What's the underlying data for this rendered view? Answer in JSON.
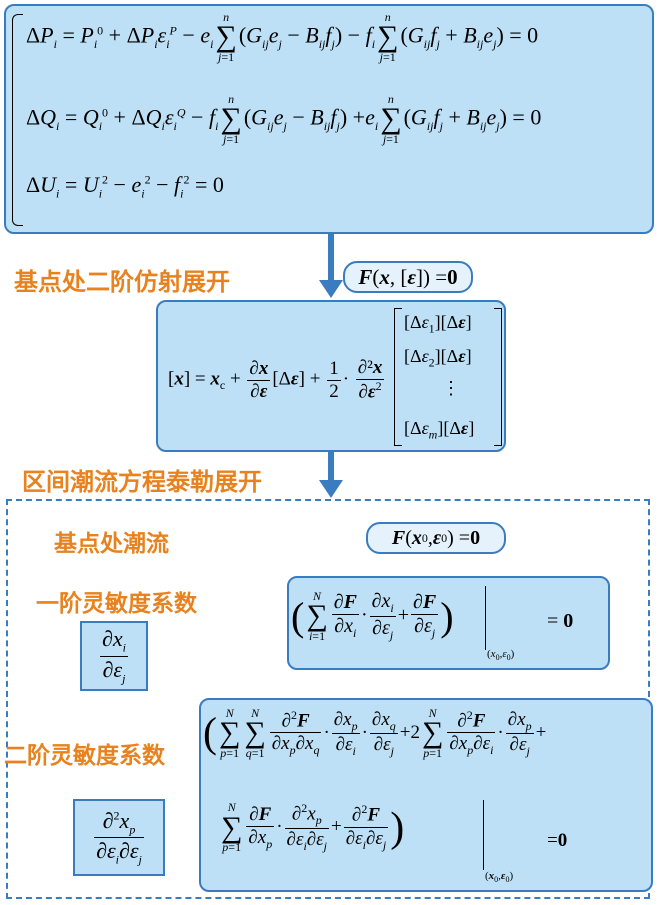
{
  "colors": {
    "box_fill": "#bde0f6",
    "box_border": "#3a7cc0",
    "label_orange": "#e8821e",
    "arrow_blue": "#3a7cc0"
  },
  "labels": {
    "affine_expansion": "基点处二阶仿射展开",
    "taylor_expansion": "区间潮流方程泰勒展开",
    "base_point_flow": "基点处潮流",
    "first_order_sensitivity": "一阶灵敏度系数",
    "second_order_sensitivity": "二阶灵敏度系数"
  },
  "equations": {
    "power_flow_p": "ΔP_i = P_i^0 + ΔP_i ε_i^P − e_i Σ_{j=1}^{n} (G_ij e_j − B_ij f_j) − f_i Σ_{j=1}^{n} (G_ij f_j + B_ij e_j) = 0",
    "power_flow_q": "ΔQ_i = Q_i^0 + ΔQ_i ε_i^Q − f_i Σ_{j=1}^{n} (G_ij e_j − B_ij f_j) + e_i Σ_{j=1}^{n} (G_ij f_j + B_ij e_j) = 0",
    "power_flow_u": "ΔU_i = U_i^2 − e_i^2 − f_i^2 = 0",
    "interval_equation": "F(x, [ε]) = 0",
    "affine_form": "[x] = x_c + ∂x/∂ε [Δε] + 1/2 · ∂²x/∂ε² [[Δε_1][Δε]; [Δε_2][Δε]; ⋮; [Δε_m][Δε]]",
    "base_point_equation": "F(x_0, ε_0) = 0",
    "first_order_equation": "( Σ_{i=1}^{N} ∂F/∂x_i · ∂x_i/∂ε_j + ∂F/∂ε_j ) |_(x_0, ε_0) = 0",
    "first_order_coefficient": "∂x_i/∂ε_j",
    "second_order_equation": "( Σ_{p=1}^{N} Σ_{q=1}^{N} ∂²F/∂x_p∂x_q · ∂x_p/∂ε_i · ∂x_q/∂ε_j + 2 Σ_{p=1}^{N} ∂²F/∂x_p∂ε_i · ∂x_p/∂ε_j + Σ_{p=1}^{N} ∂F/∂x_p · ∂²x_p/∂ε_i∂ε_j + ∂²F/∂ε_i∂ε_j ) |_(x_0, ε_0) = 0",
    "second_order_coefficient": "∂²x_p/∂ε_i∂ε_j"
  }
}
